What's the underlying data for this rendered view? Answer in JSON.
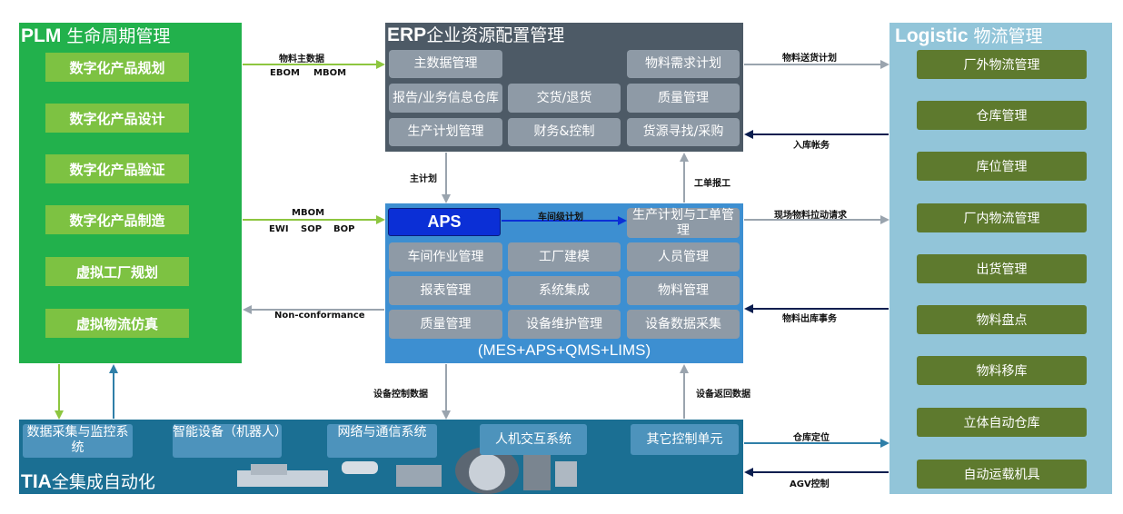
{
  "plm": {
    "title_bold": "PLM",
    "title_rest": " 生命周期管理",
    "items": [
      "数字化产品规划",
      "数字化产品设计",
      "数字化产品验证",
      "数字化产品制造",
      "虚拟工厂规划",
      "虚拟物流仿真"
    ]
  },
  "erp": {
    "title_bold": "ERP",
    "title_rest": "企业资源配置管理",
    "items": [
      "主数据管理",
      "物料需求计划",
      "报告/业务信息仓库",
      "交货/退货",
      "质量管理",
      "生产计划管理",
      "财务&控制",
      "货源寻找/采购"
    ]
  },
  "mes": {
    "aps": "APS",
    "plan": "生产计划与工单管理",
    "workshop_plan": "车间级计划",
    "items": [
      "车间作业管理",
      "工厂建模",
      "人员管理",
      "报表管理",
      "系统集成",
      "物料管理",
      "质量管理",
      "设备维护管理",
      "设备数据采集"
    ],
    "subtitle": "(MES+APS+QMS+LIMS)"
  },
  "logistic": {
    "title_bold": "Logistic",
    "title_rest": " 物流管理",
    "items": [
      "厂外物流管理",
      "仓库管理",
      "库位管理",
      "厂内物流管理",
      "出货管理",
      "物料盘点",
      "物料移库",
      "立体自动仓库",
      "自动运载机具"
    ]
  },
  "tia": {
    "title_bold": "TIA",
    "title_rest": "全集成自动化",
    "items": [
      "数据采集与监控系统",
      "智能设备（机器人）",
      "网络与通信系统",
      "人机交互系统",
      "其它控制单元"
    ]
  },
  "flows": {
    "material_master": "物料主数据",
    "ebom": "EBOM",
    "mbom_top": "MBOM",
    "mbom": "MBOM",
    "ewi": "EWI",
    "sop": "SOP",
    "bop": "BOP",
    "non_conformance": "Non-conformance",
    "material_delivery_plan": "物料送货计划",
    "inbound_account": "入库帐务",
    "master_plan": "主计划",
    "work_order_report": "工单报工",
    "onsite_pull_request": "现场物料拉动请求",
    "material_outbound": "物料出库事务",
    "equipment_control_data": "设备控制数据",
    "equipment_return_data": "设备返回数据",
    "warehouse_positioning": "仓库定位",
    "agv_control": "AGV控制"
  },
  "colors": {
    "plm": "#22b14c",
    "erp": "#4d5a66",
    "mes": "#3d8fd1",
    "logistic": "#92c5d9",
    "tia": "#1b6f93",
    "arrow_green": "#8dc63f",
    "arrow_gray": "#9aa4ae",
    "arrow_navy": "#0b1e4f",
    "aps": "#0b2fd6"
  }
}
